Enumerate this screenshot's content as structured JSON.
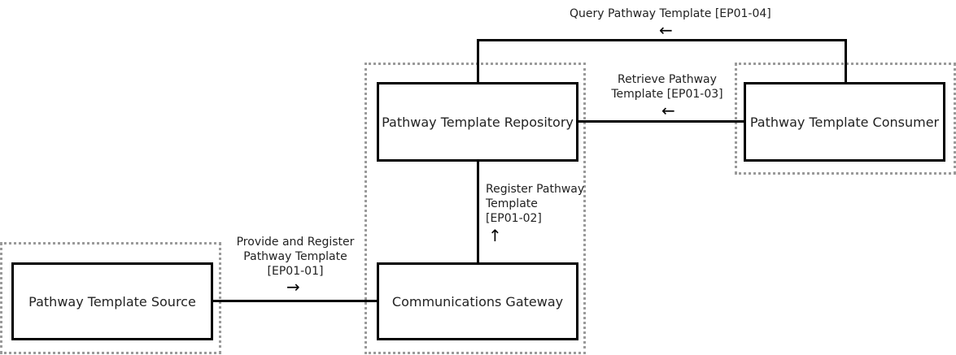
{
  "components": {
    "source": "Pathway Template Source",
    "gateway": "Communications Gateway",
    "repository": "Pathway Template Repository",
    "consumer": "Pathway Template Consumer"
  },
  "transactions": {
    "ep01_01": {
      "lines": [
        "Provide and Register",
        "Pathway Template",
        "[EP01-01]"
      ],
      "arrow": "→"
    },
    "ep01_02": {
      "lines": [
        "Register Pathway",
        "Template",
        "[EP01-02]"
      ],
      "arrow": "↑"
    },
    "ep01_03": {
      "lines": [
        "Retrieve Pathway",
        "Template [EP01-03]"
      ],
      "arrow": "←"
    },
    "ep01_04": {
      "lines": [
        "Query Pathway Template [EP01-04]"
      ],
      "arrow": "←"
    }
  }
}
